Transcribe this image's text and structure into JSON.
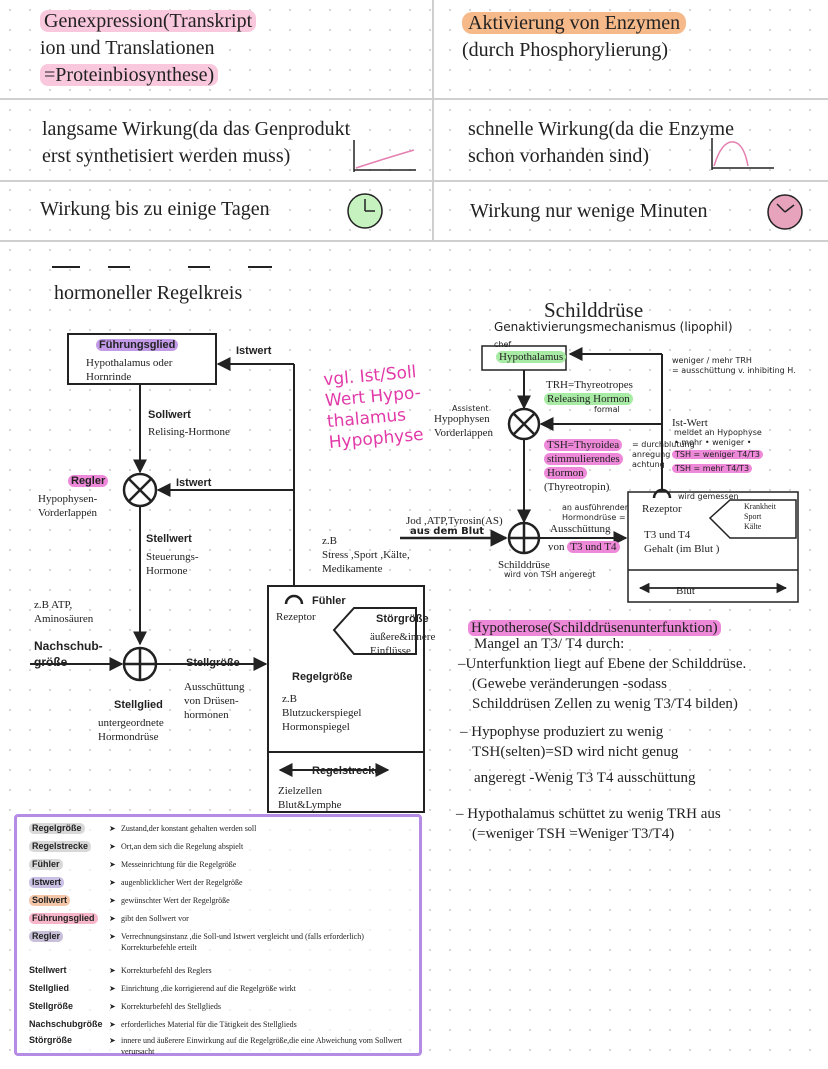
{
  "table": {
    "row1": {
      "left": [
        "Genexpression(Transkript",
        "ion und Translationen",
        "=Proteinbiosynthese)"
      ],
      "right": [
        "Aktivierung von Enzymen",
        "(durch Phosphorylierung)"
      ]
    },
    "row2": {
      "left": [
        "langsame Wirkung(da das Genprodukt",
        "erst synthetisiert werden muss)"
      ],
      "right": [
        "schnelle Wirkung(da die Enzyme",
        "schon vorhanden sind)"
      ]
    },
    "row3": {
      "left": "Wirkung bis zu einige Tagen",
      "right": "Wirkung nur wenige Minuten"
    }
  },
  "colors": {
    "pink": "#f9c8dd",
    "peach": "#f6b98a",
    "green": "#a8eba4",
    "magenta": "#ee88d8",
    "violet": "#b68be6",
    "clock_green": "#c6f2c0",
    "clock_pink": "#e8a3bc"
  },
  "section_title": "hormoneller Regelkreis",
  "regelkreis": {
    "fuehrungsglied_label": "Führungsglied",
    "fuehrungsglied_text": [
      "Hypothalamus oder",
      "Hornrinde"
    ],
    "istwert_top": "Istwert",
    "sollwert_label": "Sollwert",
    "sollwert_text": "Relising-Hormone",
    "regler_label": "Regler",
    "regler_text": [
      "Hypophysen-",
      "Vorderlappen"
    ],
    "istwert_mid": "Istwert",
    "stellwert_label": "Stellwert",
    "stellwert_text": [
      "Steuerungs-",
      "Hormone"
    ],
    "atp_text": [
      "z.B ATP,",
      "Aminosäuren"
    ],
    "nachschub_label": [
      "Nachschub-",
      "größe"
    ],
    "stellglied_label": "Stellglied",
    "stellglied_text": [
      "untergeordnete",
      "Hormondrüse"
    ],
    "stellgroesse_label": "Stellgröße",
    "stellgroesse_text": [
      "Ausschüttung",
      "von Drüsen-",
      "hormonen"
    ],
    "fuehler_label": "Fühler",
    "rezeptor": "Rezeptor",
    "stoergroesse_label": "Störgröße",
    "stoergroesse_text": [
      "äußere&innere",
      "Einflüsse"
    ],
    "regelgroesse_label": "Regelgröße",
    "regelgroesse_text": [
      "z.B",
      "Blutzuckerspiegel",
      "Hormonspiegel"
    ],
    "regelstrecke_label": "Regelstrecke",
    "regelstrecke_text": [
      "Zielzellen",
      "Blut&Lymphe"
    ],
    "stress_text": [
      "z.B",
      "Stress ,Sport ,Kälte,",
      "Medikamente"
    ]
  },
  "vgl_note": [
    "vgl. Ist/Soll",
    "Wert Hypo-",
    "thalamus",
    "Hypophyse"
  ],
  "schilddruese": {
    "title": "Schilddrüse",
    "subtitle": "Genaktivierungsmechanismus (lipophil)",
    "chef": "chef",
    "hypothalamus": "Hypothalamus",
    "trh": "TRH=Thyreotropes",
    "releasing": "Releasing Hormon",
    "formal": "formal",
    "assistent": "Assistent",
    "hypophysen": [
      "Hypophysen",
      "Vorderlappen"
    ],
    "tsh": "TSH=Thyroidea",
    "stimm": [
      "stimmulierendes",
      "Hormon"
    ],
    "thyreotropin": "(Thyreotropin)",
    "tsh_note": [
      "= durchblutung",
      "anregung",
      "achtung"
    ],
    "weniger_mehr": [
      "weniger / mehr TRH",
      "= ausschüttung v. inhibiting H."
    ],
    "istwert": "Ist-Wert",
    "istwert_note": [
      "meldet an Hypophyse",
      "• mehr • weniger •"
    ],
    "tsh_row1": "TSH = weniger T4/T3",
    "tsh_row2": "TSH = mehr T4/T3",
    "jod": "Jod ,ATP,Tyrosin(AS)",
    "aus_dem_blut": "aus dem Blut",
    "ausschuettung_note": [
      "an ausführender",
      "Hormondrüse ="
    ],
    "ausschuettung": "Ausschüttung",
    "von_t3": "von",
    "t3t4_pill": "T3 und T4",
    "schilddruese_label": "Schilddrüse",
    "schilddruese_sub": "wird von TSH angeregt",
    "rezeptor": "Rezeptor",
    "wird_gemessen": "wird gemessen",
    "t3t4_box": "T3 und T4",
    "gehalt": "Gehalt (im Blut )",
    "blut": "Blut",
    "krankheit": [
      "Krankheit",
      "Sport",
      "Kälte"
    ]
  },
  "hypotherose": {
    "title": "Hypotherose(Schilddrüsenunterfunktion)",
    "lines": [
      "Mangel an T3/ T4 durch:",
      "–Unterfunktion liegt auf Ebene der Schilddrüse.",
      "(Gewebe veränderungen -sodass",
      "Schilddrüsen Zellen zu wenig T3/T4 bilden)",
      "– Hypophyse produziert zu wenig",
      "TSH(selten)=SD wird nicht genug",
      "angeregt -Wenig T3 T4 ausschüttung",
      "– Hypothalamus schüttet zu wenig TRH aus",
      "(=weniger TSH =Weniger T3/T4)"
    ]
  },
  "legend": [
    {
      "term": "Regelgröße",
      "def": "Zustand,der konstant gehalten werden soll"
    },
    {
      "term": "Regelstrecke",
      "def": "Ort,an dem sich die Regelung abspielt"
    },
    {
      "term": "Fühler",
      "def": "Messeinrichtung für die Regelgröße"
    },
    {
      "term": "Istwert",
      "def": "augenblicklicher Wert der Regelgröße"
    },
    {
      "term": "Sollwert",
      "def": "gewünschter Wert der Regelgröße"
    },
    {
      "term": "Führungsglied",
      "def": "gibt den Sollwert vor"
    },
    {
      "term": "Regler",
      "def": "Verrechnungsinstanz ,die Soll-und Istwert vergleicht und (falls erforderlich) Korrekturbefehle erteilt"
    },
    {
      "term": "Stellwert",
      "def": "Korrekturbefehl des Reglers"
    },
    {
      "term": "Stellglied",
      "def": "Einrichtung ,die korrigierend auf die Regelgröße wirkt"
    },
    {
      "term": "Stellgröße",
      "def": "Korrekturbefehl des Stellglieds"
    },
    {
      "term": "Nachschubgröße",
      "def": "erforderliches Material für die Tätigkeit des Stellglieds"
    },
    {
      "term": "Störgröße",
      "def": "innere und äußerere Einwirkung auf die Regelgröße,die eine Abweichung vom Sollwert verursacht"
    }
  ]
}
